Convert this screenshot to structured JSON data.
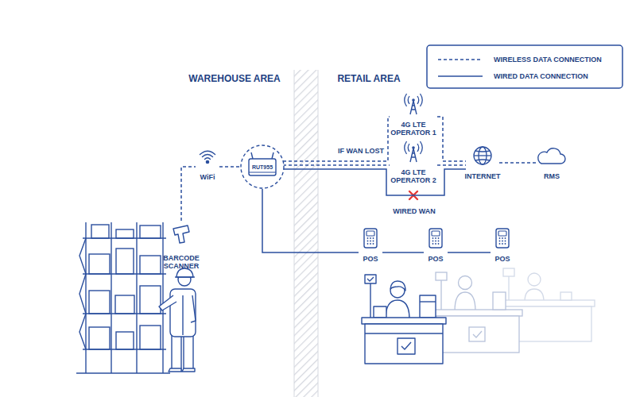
{
  "diagram": {
    "nodes": [
      {
        "text": [
          "WiFi"
        ]
      },
      {
        "text": [
          "RUT955"
        ]
      },
      {
        "text": [
          "4G LTE OPERATOR 1"
        ]
      },
      {
        "text": [
          "4G LTE OPERATOR 2"
        ]
      },
      {
        "text": [
          "INTERNET"
        ]
      },
      {
        "text": [
          "RMS"
        ]
      },
      {
        "text": [
          "BARCODE SCANNER"
        ]
      },
      {
        "text": [
          "POS"
        ]
      },
      {
        "text": [
          "POS"
        ]
      },
      {
        "text": [
          "POS"
        ]
      }
    ],
    "edges": [
      {
        "from": 6,
        "to": 0,
        "arrow": "none"
      },
      {
        "from": 0,
        "to": 1,
        "arrow": "none"
      },
      {
        "from": 1,
        "to": 2,
        "arrow": "none"
      },
      {
        "from": 2,
        "to": 4,
        "arrow": "none"
      },
      {
        "from": 1,
        "to": 3,
        "arrow": "none"
      },
      {
        "from": 3,
        "to": 4,
        "arrow": "none"
      },
      {
        "from": 1,
        "to": 4,
        "label": "WIRED WAN",
        "arrow": "none"
      },
      {
        "from": 4,
        "to": 5,
        "arrow": "none"
      },
      {
        "from": 1,
        "to": 7,
        "arrow": "none"
      },
      {
        "from": 7,
        "to": 8,
        "arrow": "none"
      },
      {
        "from": 8,
        "to": 9,
        "arrow": "none"
      }
    ],
    "labels": [
      "WAREHOUSE AREA",
      "RETAIL AREA",
      "IF WAN LOST"
    ],
    "legend": [
      {
        "text": "WIRELESS DATA CONNECTION"
      },
      {
        "text": "WIRED DATA CONNECTION"
      }
    ]
  }
}
